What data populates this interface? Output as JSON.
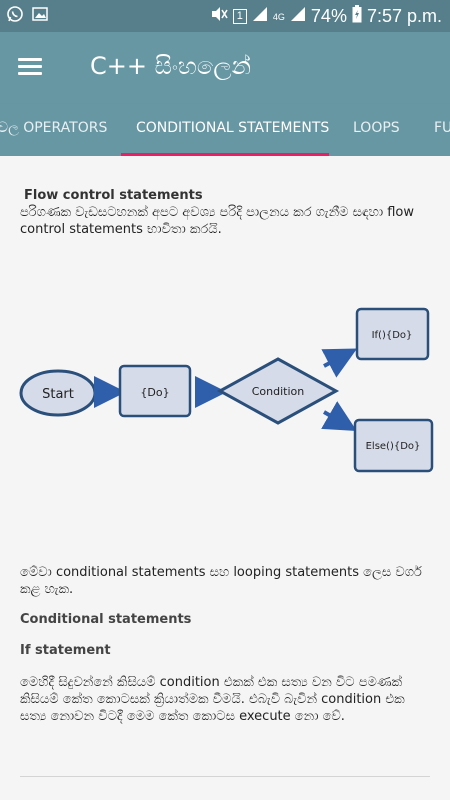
{
  "status_bar": {
    "battery": "74%",
    "time": "7:57 p.m.",
    "sim_badge": "1",
    "network": "4G"
  },
  "app_bar": {
    "title": "C++ සිංහලෙන්"
  },
  "tabs": [
    {
      "label": "වල OPERATORS",
      "active": false
    },
    {
      "label": "CONDITIONAL STATEMENTS",
      "active": true
    },
    {
      "label": "LOOPS",
      "active": false
    },
    {
      "label": "FU",
      "active": false
    }
  ],
  "content": {
    "heading": "Flow control statements",
    "intro": "පරිගණක වැඩසටහනක් අපට අවශ්‍ය පරිදි පාලනය කර ගැනීම සඳහා flow control statements භාවිතා කරයි.",
    "diagram": {
      "start": "Start",
      "do": "{Do}",
      "condition": "Condition",
      "if_do": "If(){Do}",
      "else_do": "Else(){Do}"
    },
    "para2": "මේවා conditional statements සහ looping statements ලෙස වර්ග කළ හැක.",
    "heading2": "Conditional statements",
    "heading3": "If statement",
    "para3": "මෙහිදී සිදුවන්නේ කිසියම් condition එකක් එක සත්‍ය වන විට පමණක් කිසියම් කේත කොටසක් ක්‍රියාත්මක වීමයි. එබැවි බැවින් condition එක සත්‍ය නොවන විටදී මෙම කේත කොටස execute නො වේ."
  },
  "colors": {
    "status_bar": "#567f8b",
    "app_bar": "#6897a4",
    "tab_indicator": "#e91e63",
    "node_fill": "#d5dbe8",
    "node_stroke": "#2a4f7a",
    "arrow": "#2f5faa"
  }
}
